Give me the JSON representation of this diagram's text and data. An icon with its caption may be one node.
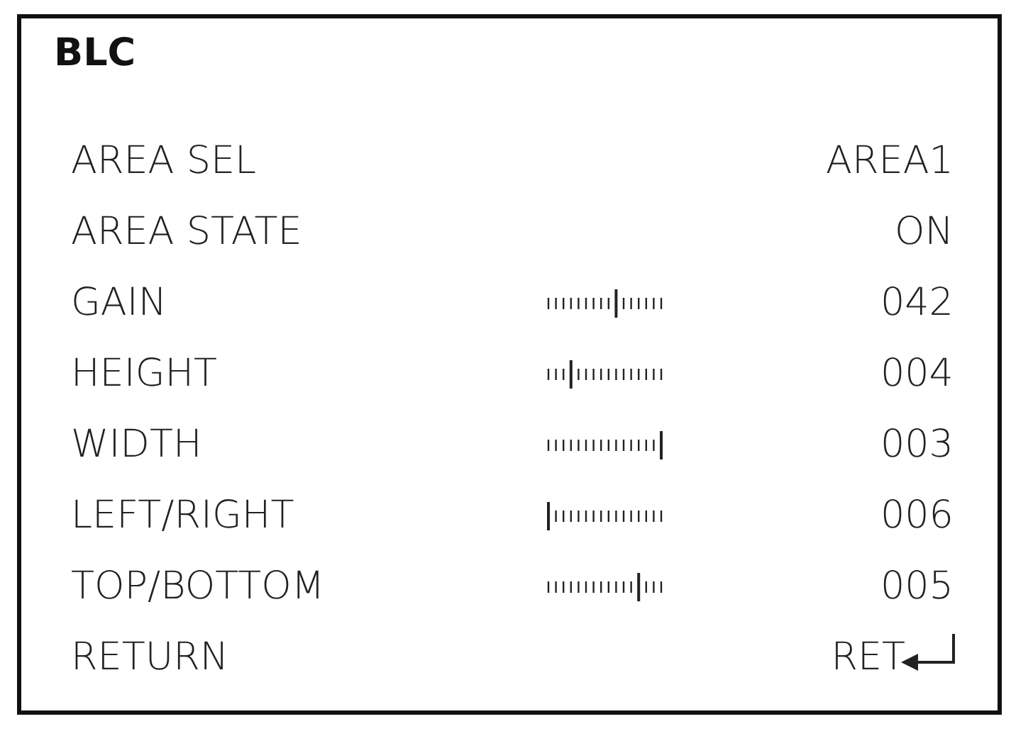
{
  "diagram": {
    "title": "BLC",
    "labels": [
      "AREA SEL",
      "AREA1",
      "AREA STATE",
      "ON",
      "GAIN",
      "042",
      "HEIGHT",
      "004",
      "WIDTH",
      "003",
      "LEFT/RIGHT",
      "006",
      "TOP/BOTTOM",
      "005",
      "RETURN",
      "RET"
    ]
  }
}
